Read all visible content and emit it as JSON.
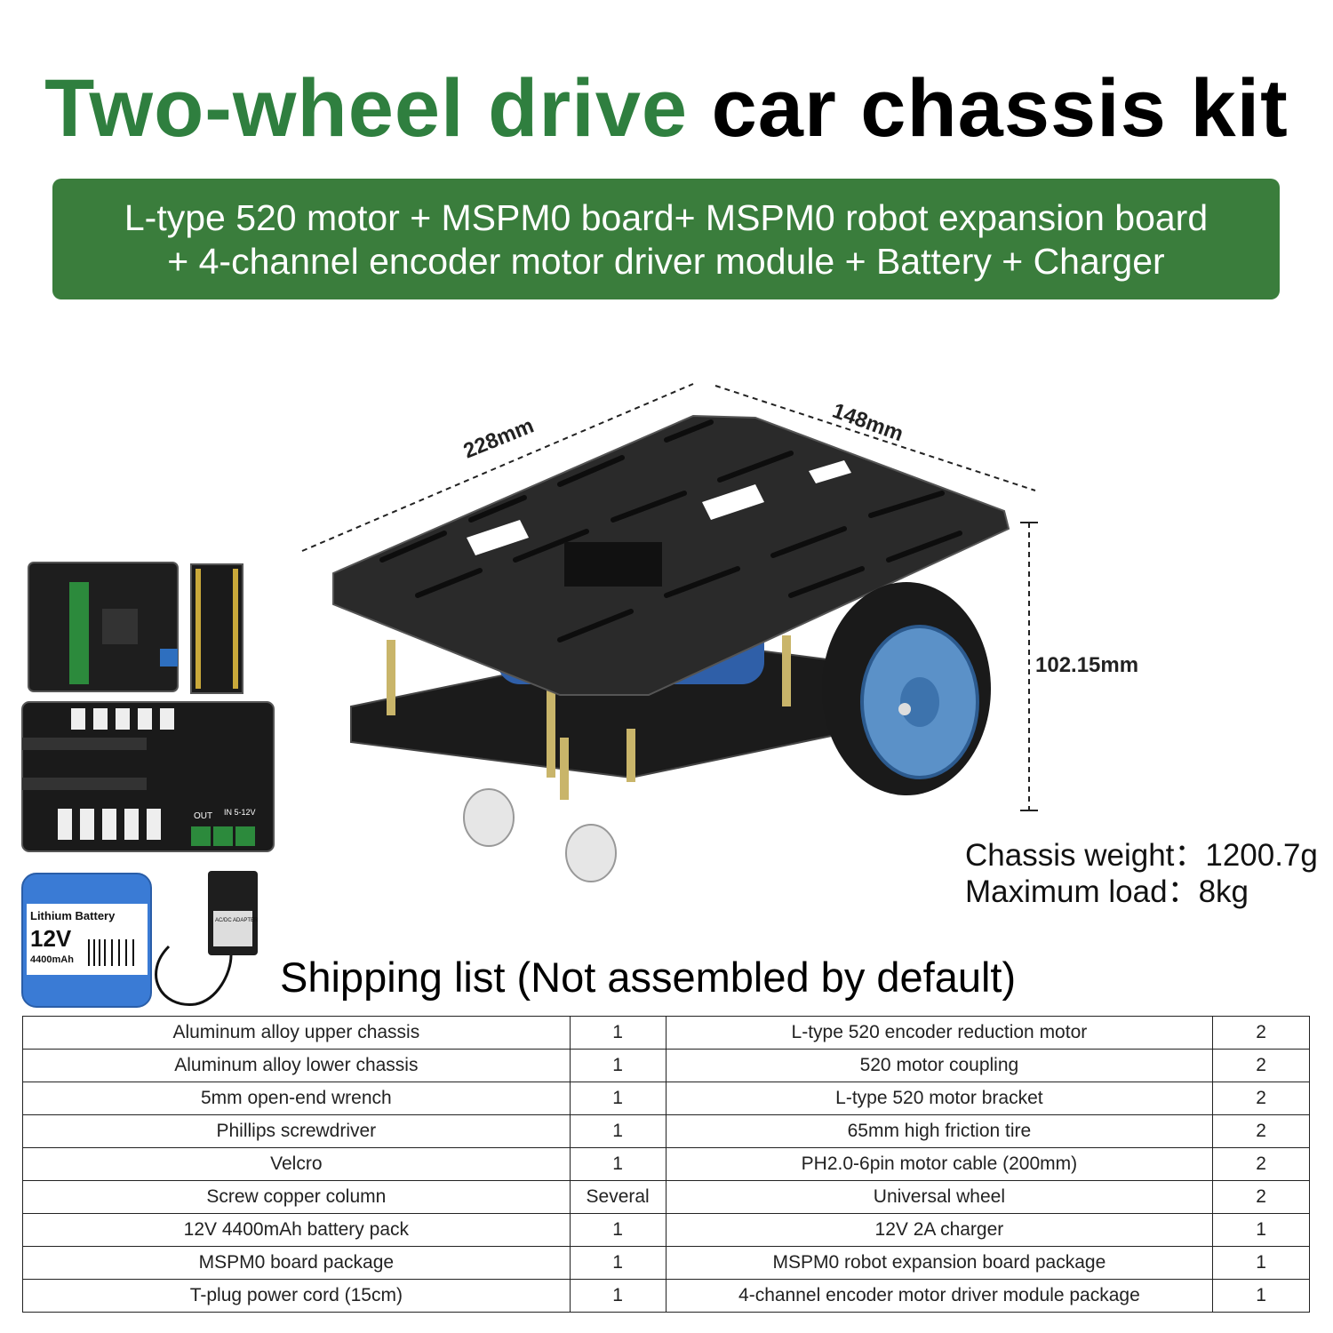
{
  "title": {
    "green": "Two-wheel drive",
    "black": "car chassis kit"
  },
  "banner": {
    "line1": "L-type 520 motor + MSPM0 board+ MSPM0 robot expansion board",
    "line2": "+ 4-channel encoder motor driver module + Battery + Charger"
  },
  "dimensions": {
    "length": "228mm",
    "width": "148mm",
    "height": "102.15mm"
  },
  "specs": {
    "weight": "Chassis weight：1200.7g",
    "load": "Maximum load：8kg"
  },
  "battery": {
    "label": "Lithium Battery",
    "voltage": "12V",
    "capacity": "4400mAh"
  },
  "adapter": {
    "label": "AC/DC ADAPTER"
  },
  "driver_board": {
    "out_label": "OUT",
    "in_label": "IN 5-12V"
  },
  "shipping": {
    "title": "Shipping list (Not assembled by default)",
    "rows": [
      [
        "Aluminum alloy upper chassis",
        "1",
        "L-type 520 encoder reduction motor",
        "2"
      ],
      [
        "Aluminum alloy lower chassis",
        "1",
        "520 motor coupling",
        "2"
      ],
      [
        "5mm open-end wrench",
        "1",
        "L-type 520 motor bracket",
        "2"
      ],
      [
        "Phillips screwdriver",
        "1",
        "65mm high friction tire",
        "2"
      ],
      [
        "Velcro",
        "1",
        "PH2.0-6pin motor cable (200mm)",
        "2"
      ],
      [
        "Screw copper column",
        "Several",
        "Universal wheel",
        "2"
      ],
      [
        "12V 4400mAh battery pack",
        "1",
        "12V 2A charger",
        "1"
      ],
      [
        "MSPM0 board package",
        "1",
        "MSPM0 robot expansion board package",
        "1"
      ],
      [
        "T-plug power cord (15cm)",
        "1",
        "4-channel encoder motor driver module package",
        "1"
      ]
    ]
  }
}
